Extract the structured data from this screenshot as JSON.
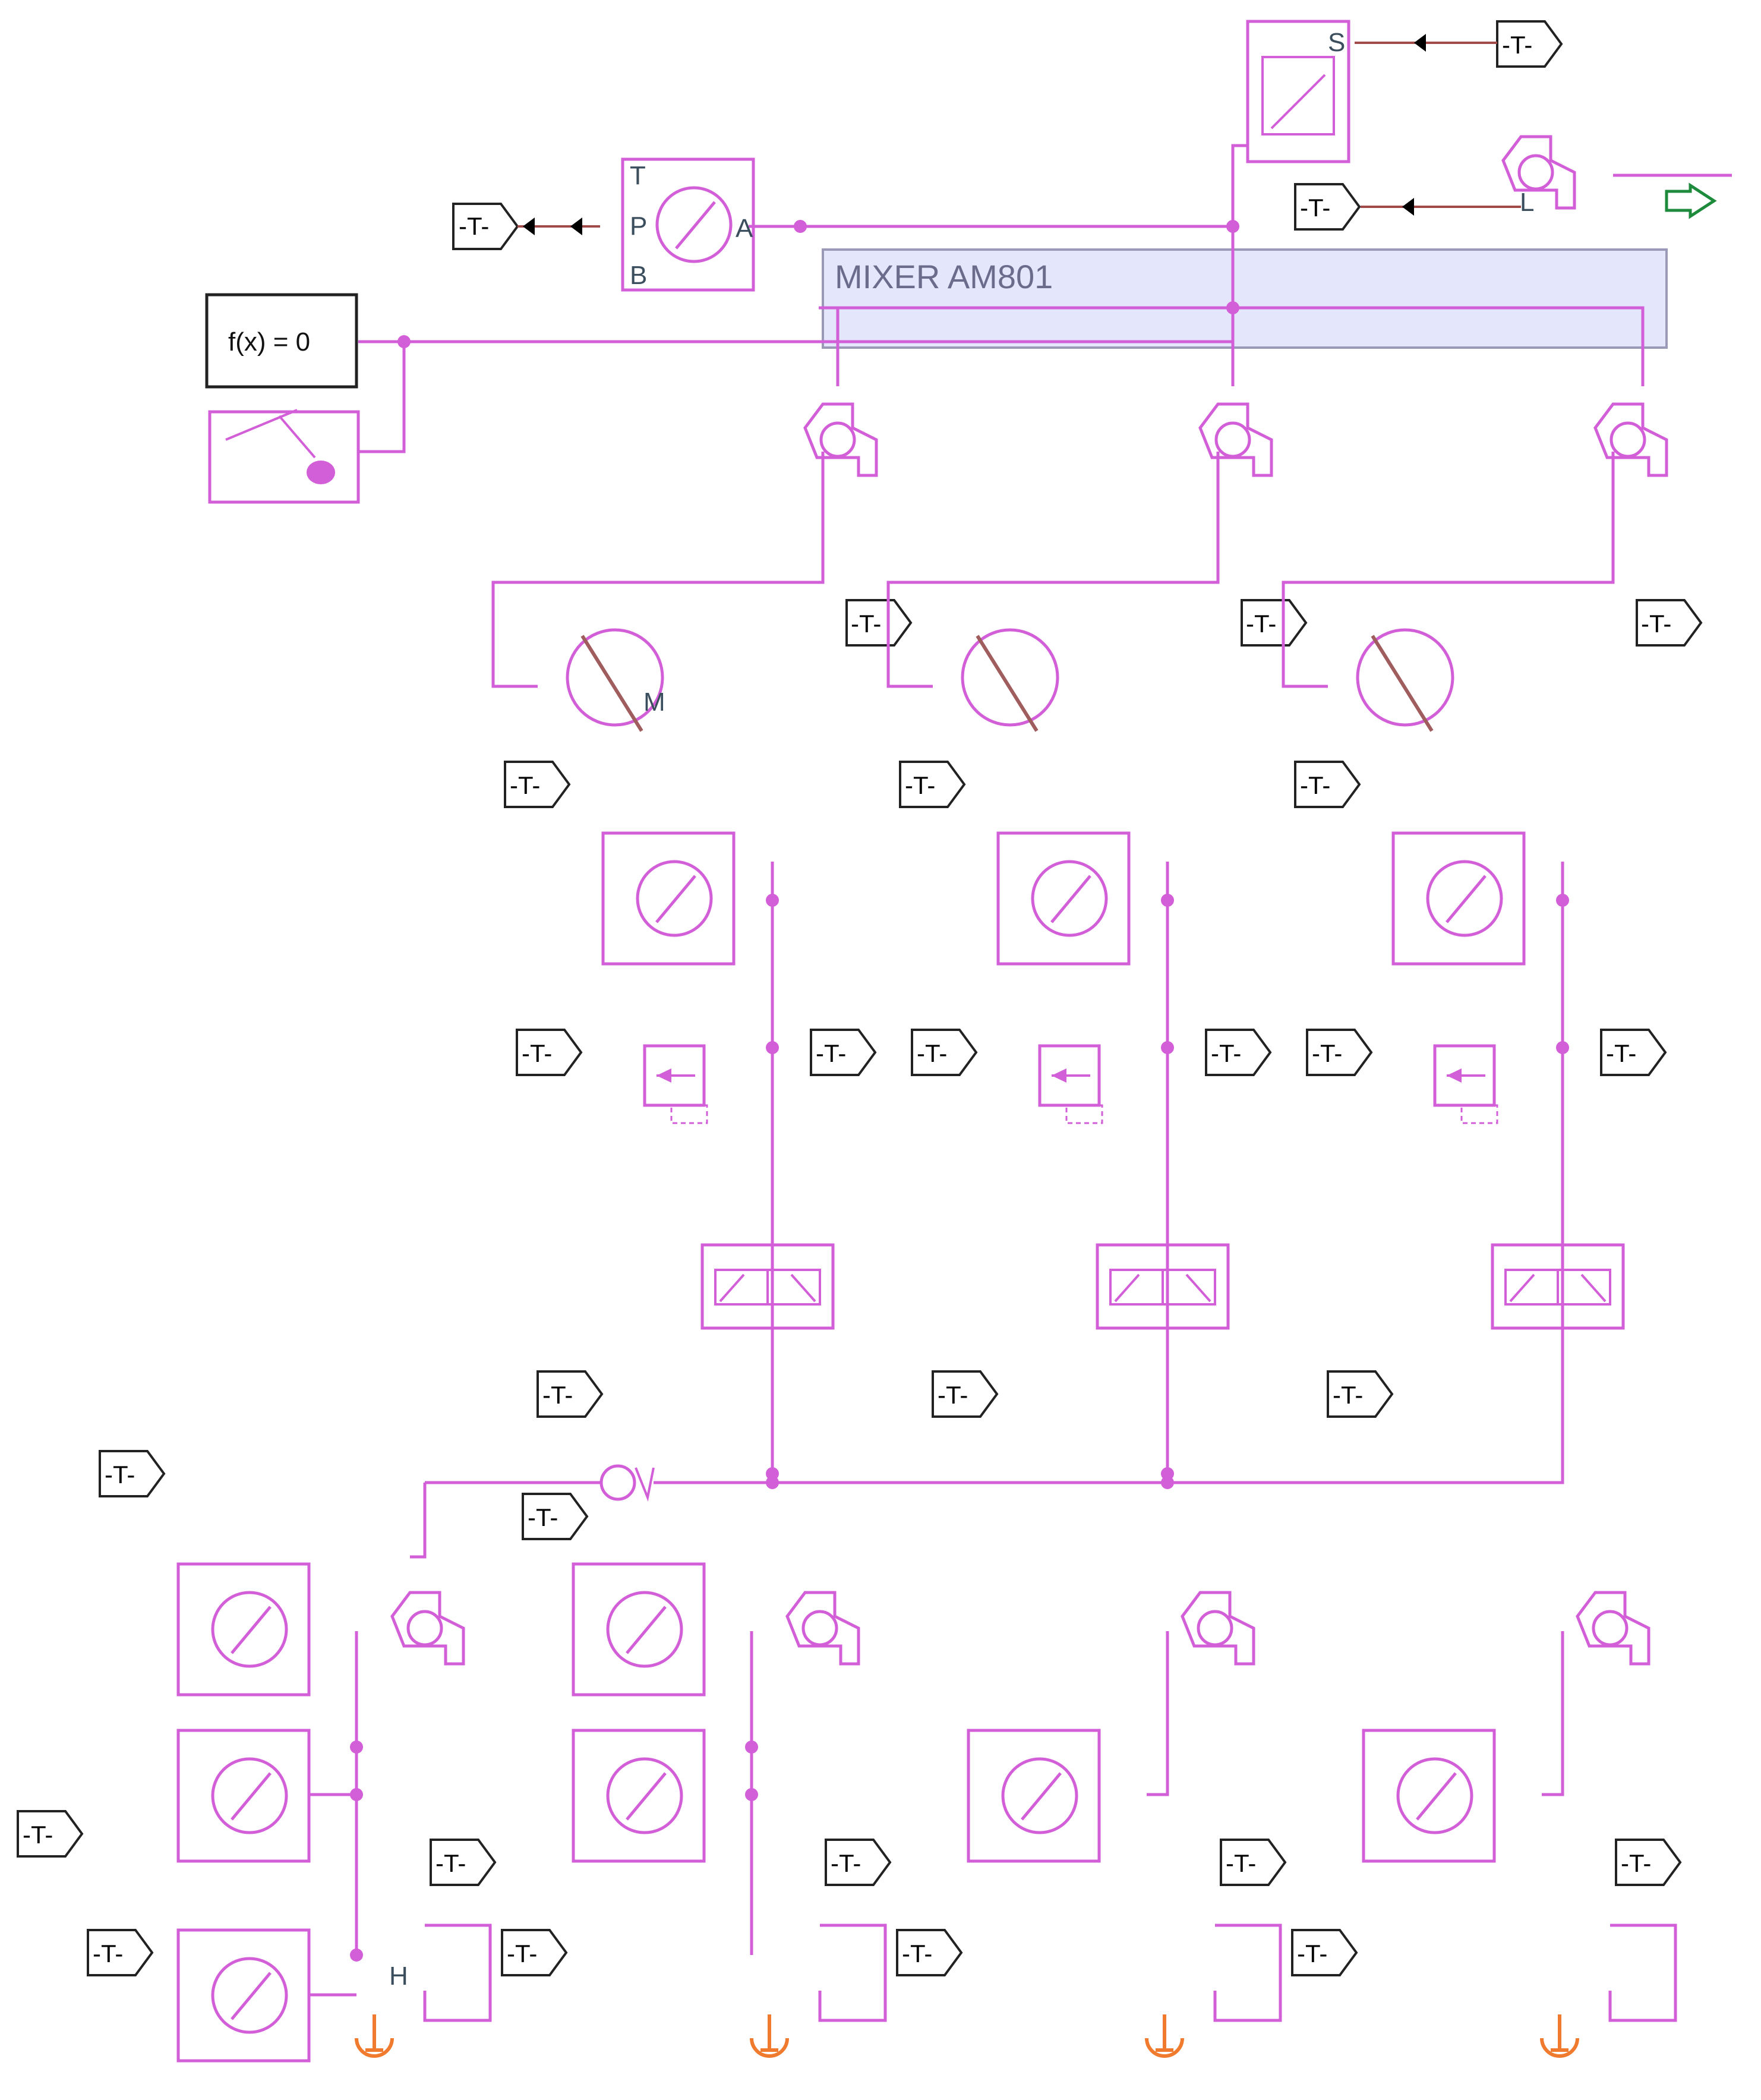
{
  "area_label": "MIXER AM801",
  "solver_label": "f(x) = 0",
  "goto_tag": "-T-",
  "port_labels": {
    "a": "A",
    "b": "B",
    "p": "P",
    "t": "T",
    "s": "S",
    "m": "M",
    "h": "H",
    "l": "L"
  },
  "colors": {
    "hydraulic": "#d25fd8",
    "signal": "#a04a4a",
    "ground": "#f07a2e",
    "area_fill": "#e4e6fb",
    "output_arrow": "#1e8a3c"
  }
}
